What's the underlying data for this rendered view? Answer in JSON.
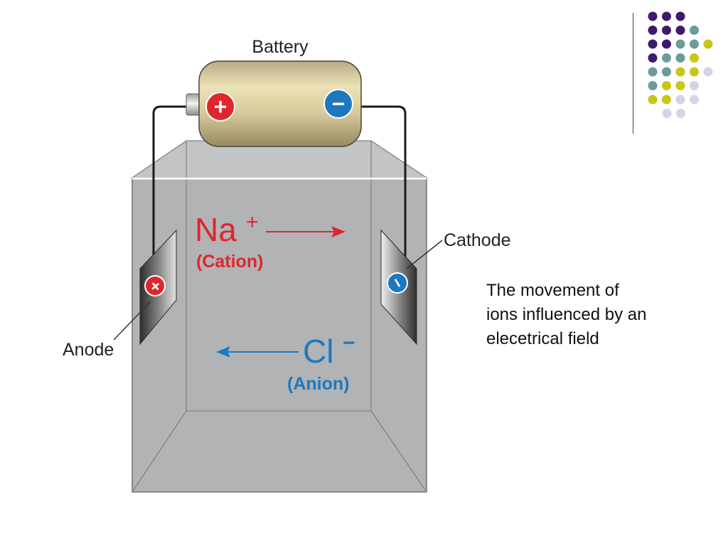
{
  "diagram": {
    "battery_label": "Battery",
    "battery_positive_sign": "+",
    "battery_negative_sign": "−",
    "cation_symbol": "Na",
    "cation_charge": "+",
    "cation_label": "(Cation)",
    "anion_symbol": "Cl",
    "anion_charge": "−",
    "anion_label": "(Anion)",
    "anode_label": "Anode",
    "cathode_label": "Cathode",
    "anode_sign": "+",
    "cathode_sign": "−"
  },
  "caption": {
    "lines": [
      "The movement of",
      "ions influenced by an",
      "elecetrical field"
    ]
  },
  "colors": {
    "cation": "#e0262c",
    "anion": "#1c79c0",
    "decor_purple": "#3f1a6b",
    "decor_teal": "#6b9b9b",
    "decor_yellow": "#c8c617",
    "decor_lavender": "#d4d4e6"
  },
  "decor_dots": [
    [
      "purple",
      "purple",
      "purple"
    ],
    [
      "purple",
      "purple",
      "purple",
      "teal"
    ],
    [
      "purple",
      "purple",
      "teal",
      "teal",
      "yellow"
    ],
    [
      "purple",
      "teal",
      "teal",
      "yellow"
    ],
    [
      "teal",
      "teal",
      "yellow",
      "yellow",
      "lavender"
    ],
    [
      "teal",
      "yellow",
      "yellow",
      "lavender"
    ],
    [
      "yellow",
      "yellow",
      "lavender",
      "lavender"
    ],
    [
      "lavender",
      "lavender"
    ]
  ]
}
